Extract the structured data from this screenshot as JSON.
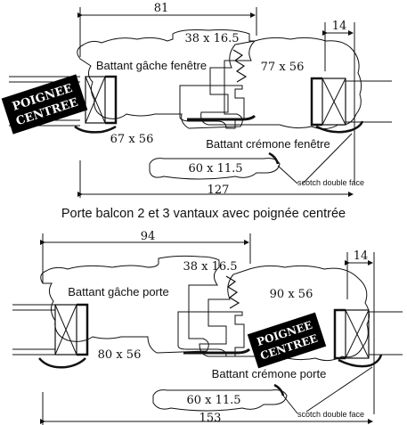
{
  "top_section": {
    "dims": {
      "overall_81": "81",
      "overall_127": "127",
      "right_14": "14"
    },
    "profiles": {
      "center_top": "38 x 16.5",
      "center_bottom": "60 x 11.5",
      "left_leaf_size": "67 x 56",
      "right_leaf_size": "77 x 56"
    },
    "labels": {
      "left_leaf": "Battant gâche fenêtre",
      "right_leaf": "Battant crémone fenêtre",
      "tape": "scotch double face",
      "handle_tag_line1": "POIGNEE",
      "handle_tag_line2": "CENTREE"
    }
  },
  "caption": "Porte balcon 2 et 3 vantaux avec poignée centrée",
  "bottom_section": {
    "dims": {
      "overall_94": "94",
      "overall_153": "153",
      "right_14": "14"
    },
    "profiles": {
      "center_top": "38 x 16.5",
      "center_bottom": "60 x 11.5",
      "left_leaf_size": "80 x 56",
      "right_leaf_size": "90 x 56"
    },
    "labels": {
      "left_leaf": "Battant gâche porte",
      "right_leaf": "Battant crémone porte",
      "tape": "scotch double face",
      "handle_tag_line1": "POIGNEE",
      "handle_tag_line2": "CENTREE"
    }
  },
  "colors": {
    "ink": "#111111",
    "tag_bg": "#000000",
    "tag_text": "#ffffff",
    "paper": "#ffffff"
  }
}
